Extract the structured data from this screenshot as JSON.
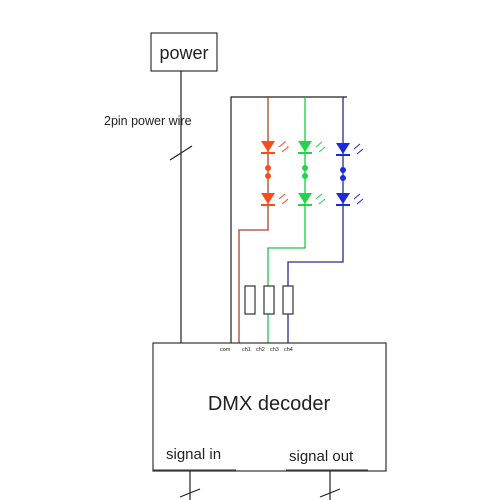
{
  "diagram": {
    "power_label": "power",
    "wire_label": "2pin power wire",
    "decoder_label": "DMX decoder",
    "signal_in_label": "signal in",
    "signal_out_label": "signal out",
    "pin_labels": [
      "com",
      "ch1",
      "ch2",
      "ch3",
      "ch4"
    ]
  },
  "colors": {
    "wire_black": "#222222",
    "wire_red": "#b0412a",
    "wire_green": "#22c24a",
    "wire_blue": "#2a2a9a",
    "led_red": "#ff4a1c",
    "led_green": "#22d44a",
    "led_blue": "#1a2ae0"
  },
  "leds": [
    {
      "channel": "red",
      "count": 2
    },
    {
      "channel": "green",
      "count": 2
    },
    {
      "channel": "blue",
      "count": 2
    }
  ]
}
